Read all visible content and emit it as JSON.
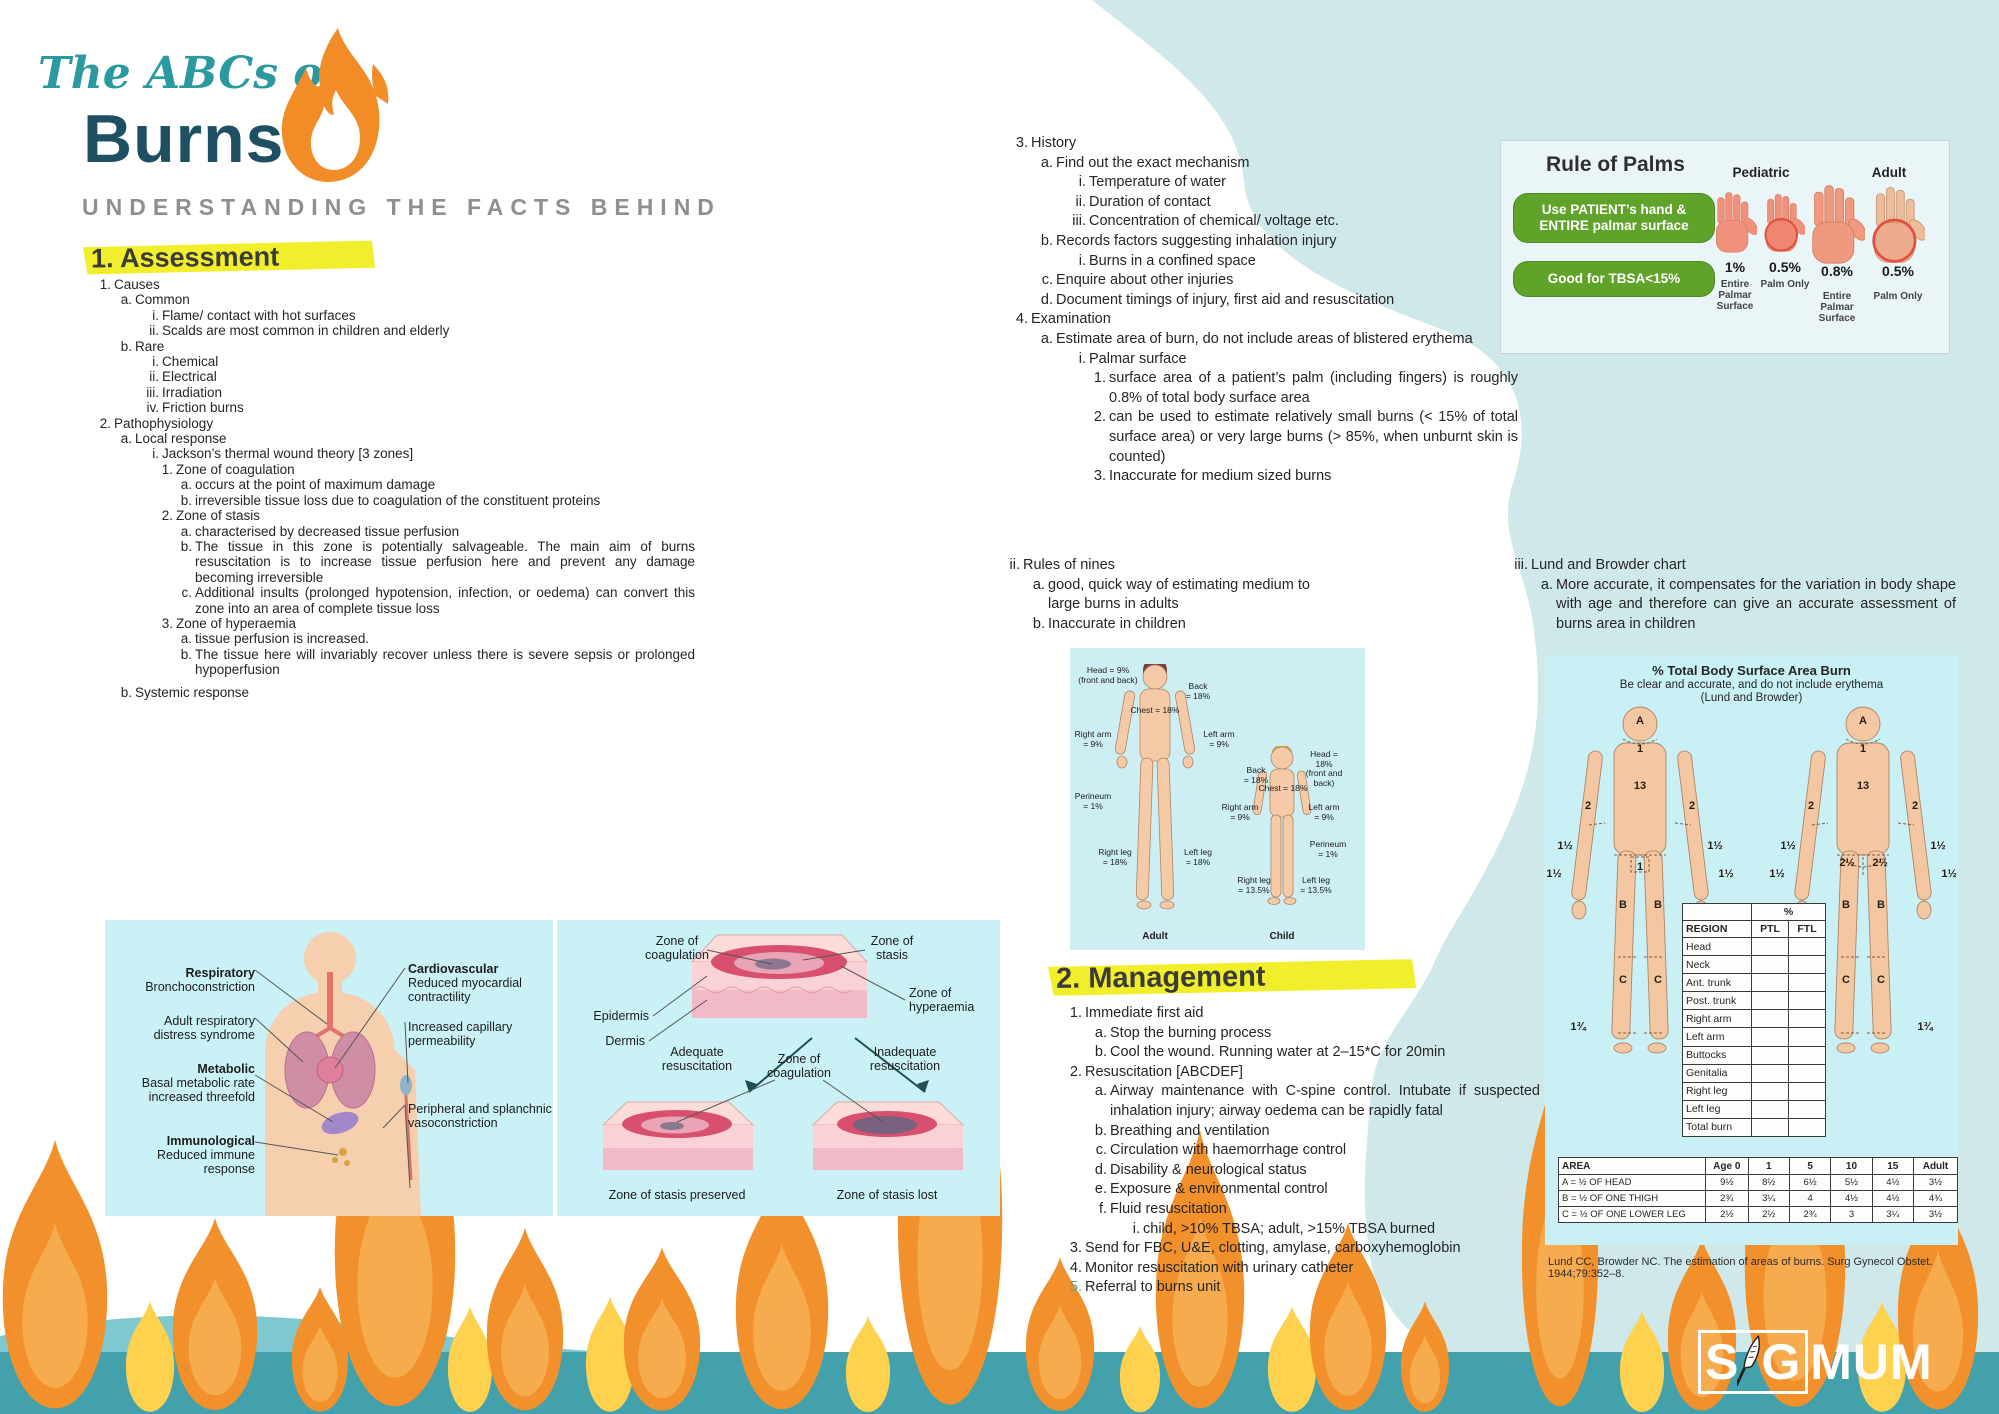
{
  "header": {
    "script_title": "The ABCs of",
    "main_title": "Burns",
    "subtitle": "UNDERSTANDING THE FACTS BEHIND"
  },
  "colors": {
    "accent_teal": "#2b9aa0",
    "title_blue": "#1e4f63",
    "flame_orange": "#f18c27",
    "highlight_yellow": "#f1ef2b",
    "band_teal": "#43a1ab",
    "panel_cyan": "#c9f1f6",
    "pill_green": "#5fa32a"
  },
  "assessment": {
    "heading": "1. Assessment",
    "items": [
      {
        "m": "1.",
        "t": "Causes",
        "l": 1
      },
      {
        "m": "a.",
        "t": "Common",
        "l": 2
      },
      {
        "m": "i.",
        "t": "Flame/ contact with hot surfaces",
        "l": 3
      },
      {
        "m": "ii.",
        "t": "Scalds are most common in children and elderly",
        "l": 3
      },
      {
        "m": "b.",
        "t": "Rare",
        "l": 2
      },
      {
        "m": "i.",
        "t": "Chemical",
        "l": 3
      },
      {
        "m": "ii.",
        "t": "Electrical",
        "l": 3
      },
      {
        "m": "iii.",
        "t": "Irradiation",
        "l": 3
      },
      {
        "m": "iv.",
        "t": "Friction burns",
        "l": 3
      },
      {
        "m": "2.",
        "t": "Pathophysiology",
        "l": 1
      },
      {
        "m": "a.",
        "t": "Local response",
        "l": 2
      },
      {
        "m": "i.",
        "t": "Jackson’s thermal wound theory [3 zones]",
        "l": 3
      },
      {
        "m": "1.",
        "t": "Zone of coagulation",
        "l": 4
      },
      {
        "m": "a.",
        "t": "occurs at the point of maximum damage",
        "l": 5
      },
      {
        "m": "b.",
        "t": "irreversible tissue loss due to coagulation of the constituent proteins",
        "l": 5
      },
      {
        "m": "2.",
        "t": "Zone of stasis",
        "l": 4
      },
      {
        "m": "a.",
        "t": "characterised by decreased tissue perfusion",
        "l": 5
      },
      {
        "m": "b.",
        "t": "The tissue in this zone is potentially salvageable. The main aim of burns resuscitation is to increase tissue perfusion here and prevent any damage becoming irreversible",
        "l": 5,
        "j": true
      },
      {
        "m": "c.",
        "t": "Additional insults (prolonged hypotension, infection, or oedema) can convert this zone into an area of complete tissue loss",
        "l": 5,
        "j": true
      },
      {
        "m": "3.",
        "t": "Zone of hyperaemia",
        "l": 4
      },
      {
        "m": "a.",
        "t": "tissue perfusion is increased.",
        "l": 5
      },
      {
        "m": "b.",
        "t": "The tissue here will invariably recover unless there is severe sepsis or prolonged hypoperfusion",
        "l": 5,
        "j": true
      },
      {
        "m": "b.",
        "t": "Systemic response",
        "l": 2,
        "mt": true
      }
    ]
  },
  "history": {
    "items": [
      {
        "m": "3.",
        "t": "History",
        "l": 1
      },
      {
        "m": "a.",
        "t": "Find out the exact mechanism",
        "l": 2
      },
      {
        "m": "i.",
        "t": "Temperature of water",
        "l": 3
      },
      {
        "m": "ii.",
        "t": "Duration of contact",
        "l": 3
      },
      {
        "m": "iii.",
        "t": "Concentration of chemical/ voltage etc.",
        "l": 3
      },
      {
        "m": "b.",
        "t": "Records factors suggesting inhalation injury",
        "l": 2
      },
      {
        "m": "i.",
        "t": "Burns in a confined space",
        "l": 3
      },
      {
        "m": "c.",
        "t": "Enquire about other injuries",
        "l": 2
      },
      {
        "m": "d.",
        "t": "Document timings of injury, first aid and resuscitation",
        "l": 2
      },
      {
        "m": "4.",
        "t": "Examination",
        "l": 1
      },
      {
        "m": "a.",
        "t": "Estimate area of burn, do not include areas of blistered erythema",
        "l": 2
      },
      {
        "m": "i.",
        "t": "Palmar surface",
        "l": 3
      },
      {
        "m": "1.",
        "t": "surface area of a patient’s palm (including fingers) is roughly 0.8% of total body surface area",
        "l": 4,
        "j": true
      },
      {
        "m": "2.",
        "t": "can be used to estimate relatively small burns (< 15% of total surface area) or very large burns (> 85%, when unburnt skin is counted)",
        "l": 4,
        "j": true
      },
      {
        "m": "3.",
        "t": "Inaccurate for medium sized burns",
        "l": 4
      }
    ]
  },
  "nines": {
    "items": [
      {
        "m": "ii.",
        "t": "Rules of nines",
        "l": 1
      },
      {
        "m": "a.",
        "t": "good, quick way of estimating medium to large burns in adults",
        "l": 2
      },
      {
        "m": "b.",
        "t": "Inaccurate in children",
        "l": 2
      }
    ]
  },
  "nines_diagram": {
    "adult": {
      "head": "Head = 9%\n(front and back)",
      "back": "Back\n= 18%",
      "chest": "Chest = 18%",
      "rarm": "Right arm\n= 9%",
      "larm": "Left arm\n= 9%",
      "perineum": "Perineum\n= 1%",
      "rleg": "Right leg\n= 18%",
      "lleg": "Left leg\n= 18%",
      "caption": "Adult"
    },
    "child": {
      "head": "Head = 18%\n(front and back)",
      "back": "Back\n= 18%",
      "chest": "Chest = 18%",
      "rarm": "Right arm\n= 9%",
      "larm": "Left arm\n= 9%",
      "perineum": "Perineum\n= 1%",
      "rleg": "Right leg\n= 13.5%",
      "lleg": "Left leg\n= 13.5%",
      "caption": "Child"
    }
  },
  "management": {
    "heading": "2. Management",
    "items": [
      {
        "m": "1.",
        "t": "Immediate first aid",
        "l": 1
      },
      {
        "m": "a.",
        "t": "Stop the burning process",
        "l": 2
      },
      {
        "m": "b.",
        "t": "Cool the wound. Running water at 2–15*C for 20min",
        "l": 2
      },
      {
        "m": "2.",
        "t": "Resuscitation [ABCDEF]",
        "l": 1
      },
      {
        "m": "a.",
        "t": "Airway maintenance with C-spine control. Intubate if suspected inhalation injury; airway oedema can be rapidly fatal",
        "l": 2,
        "j": true
      },
      {
        "m": "b.",
        "t": "Breathing and ventilation",
        "l": 2
      },
      {
        "m": "c.",
        "t": "Circulation with haemorrhage control",
        "l": 2
      },
      {
        "m": "d.",
        "t": "Disability & neurological status",
        "l": 2
      },
      {
        "m": "e.",
        "t": "Exposure & environmental control",
        "l": 2
      },
      {
        "m": "f.",
        "t": "Fluid resuscitation",
        "l": 2
      },
      {
        "m": "i.",
        "t": "child, >10% TBSA; adult, >15% TBSA burned",
        "l": 3
      },
      {
        "m": "3.",
        "t": "Send for FBC, U&E, clotting, amylase, carboxyhemoglobin",
        "l": 1
      },
      {
        "m": "4.",
        "t": "Monitor resuscitation with urinary catheter",
        "l": 1
      },
      {
        "m": "5.",
        "t": "Referral to burns unit",
        "l": 1,
        "mc": "mc-teal"
      }
    ]
  },
  "palms": {
    "title": "Rule of Palms",
    "pills": [
      "Use PATIENT’s hand &\nENTIRE palmar surface",
      "Good for TBSA<15%"
    ],
    "groups": [
      {
        "header": "Pediatric",
        "items": [
          {
            "pct": "1%",
            "label": "Entire Palmar Surface"
          },
          {
            "pct": "0.5%",
            "label": "Palm Only"
          }
        ]
      },
      {
        "header": "Adult",
        "items": [
          {
            "pct": "0.8%",
            "label": "Entire Palmar Surface"
          },
          {
            "pct": "0.5%",
            "label": "Palm Only"
          }
        ]
      }
    ]
  },
  "lund": {
    "items": [
      {
        "m": "iii.",
        "t": "Lund and Browder chart",
        "l": 1
      },
      {
        "m": "a.",
        "t": "More accurate, it compensates for the variation in body shape with age and therefore can give an accurate assessment of burns area in children",
        "l": 2,
        "j": true
      }
    ],
    "chart": {
      "title": "% Total Body Surface Area Burn",
      "subtitle": "Be clear and accurate, and do not include erythema\n(Lund and Browder)",
      "front": {
        "head": "A",
        "neck": "1",
        "trunk": "13",
        "arm": "2",
        "forearm": "1½",
        "hand": "1½",
        "groin": "1",
        "thigh": "B",
        "leg": "C",
        "foot": "1¾"
      },
      "back": {
        "head": "A",
        "neck": "1",
        "trunk": "13",
        "arm": "2",
        "forearm": "1½",
        "hand": "1½",
        "buttock": "2½",
        "thigh": "B",
        "leg": "C",
        "foot": "1¾"
      },
      "region_table": {
        "pct": "%",
        "headers": [
          "REGION",
          "PTL",
          "FTL"
        ],
        "rows": [
          [
            "Head",
            "",
            ""
          ],
          [
            "Neck",
            "",
            ""
          ],
          [
            "Ant. trunk",
            "",
            ""
          ],
          [
            "Post. trunk",
            "",
            ""
          ],
          [
            "Right arm",
            "",
            ""
          ],
          [
            "Left arm",
            "",
            ""
          ],
          [
            "Buttocks",
            "",
            ""
          ],
          [
            "Genitalia",
            "",
            ""
          ],
          [
            "Right leg",
            "",
            ""
          ],
          [
            "Left leg",
            "",
            ""
          ],
          [
            "Total burn",
            "",
            ""
          ]
        ]
      },
      "area_table": {
        "headers": [
          "AREA",
          "Age 0",
          "1",
          "5",
          "10",
          "15",
          "Adult"
        ],
        "rows": [
          [
            "A = ½ OF HEAD",
            "9½",
            "8½",
            "6½",
            "5½",
            "4½",
            "3½"
          ],
          [
            "B = ½ OF ONE THIGH",
            "2¾",
            "3¼",
            "4",
            "4½",
            "4½",
            "4¾"
          ],
          [
            "C = ½ OF ONE LOWER LEG",
            "2½",
            "2½",
            "2¾",
            "3",
            "3¼",
            "3½"
          ]
        ]
      }
    },
    "citation": "Lund CC, Browder NC. The estimation of areas of burns. Surg Gynecol Obstet. 1944;79:352–8."
  },
  "systemic": {
    "left": [
      {
        "b": "Respiratory",
        "s": "Bronchoconstriction"
      },
      {
        "b": "",
        "s": "Adult respiratory\ndistress syndrome"
      },
      {
        "b": "Metabolic",
        "s": "Basal metabolic rate\nincreased threefold"
      },
      {
        "b": "Immunological",
        "s": "Reduced immune\nresponse"
      }
    ],
    "right": [
      {
        "b": "Cardiovascular",
        "s": "Reduced myocardial\ncontractility"
      },
      {
        "b": "",
        "s": "Increased capillary\npermeability"
      },
      {
        "b": "",
        "s": "Peripheral and splanchnic\nvasoconstriction"
      }
    ]
  },
  "zones": {
    "top_left": "Zone of\ncoagulation",
    "top_right": "Zone of\nstasis",
    "right": "Zone of\nhyperaemia",
    "epidermis": "Epidermis",
    "dermis": "Dermis",
    "adequate": "Adequate\nresuscitation",
    "inadequate": "Inadequate\nresuscitation",
    "center": "Zone of\ncoagulation",
    "cap_left": "Zone of stasis preserved",
    "cap_right": "Zone of stasis lost"
  },
  "footer": {
    "logo_part1": "S",
    "logo_part2": "G",
    "logo_part3": "MUM"
  }
}
